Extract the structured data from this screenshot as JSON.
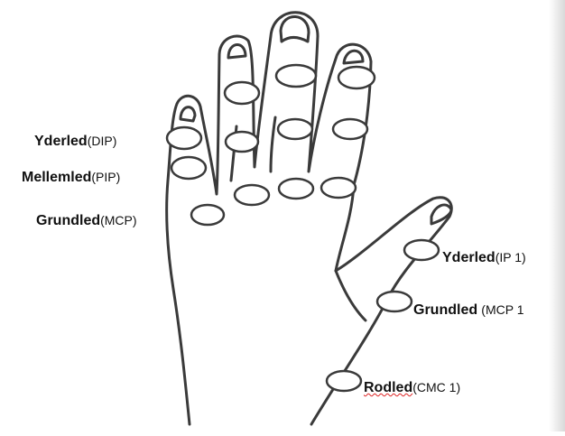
{
  "labels": {
    "dip": {
      "name": "Yderled",
      "code": "(DIP)"
    },
    "pip": {
      "name": "Mellemled",
      "code": "(PIP)"
    },
    "mcp": {
      "name": "Grundled",
      "code": "(MCP)"
    },
    "ip1": {
      "name": "Yderled",
      "code": "(IP 1)"
    },
    "mcp1": {
      "name": "Grundled",
      "code": "(MCP 1"
    },
    "cmc1": {
      "name": "Rodled",
      "code": "(CMC 1)"
    }
  },
  "colors": {
    "outline": "#3a3a3a",
    "text": "#111111",
    "spellcheck": "#dd2222"
  }
}
